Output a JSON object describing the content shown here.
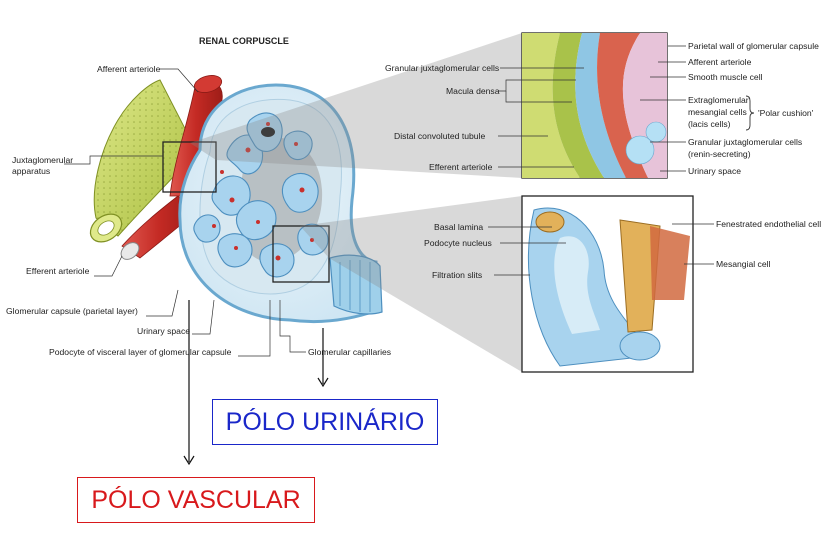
{
  "title": "RENAL CORPUSCLE",
  "main_labels": {
    "afferent_arteriole": "Afferent arteriole",
    "juxtaglomerular_apparatus_1": "Juxtaglomerular",
    "juxtaglomerular_apparatus_2": "apparatus",
    "efferent_arteriole": "Efferent arteriole",
    "glomerular_capsule_parietal": "Glomerular capsule (parietal layer)",
    "urinary_space": "Urinary space",
    "podocyte_visceral": "Podocyte of visceral layer of glomerular capsule",
    "glomerular_capillaries": "Glomerular capillaries"
  },
  "inset_top_labels": {
    "parietal_wall": "Parietal wall of glomerular capsule",
    "afferent_arteriole": "Afferent arteriole",
    "smooth_muscle": "Smooth muscle cell",
    "granular_jg_cells": "Granular juxtaglomerular cells",
    "macula_densa": "Macula densa",
    "extraglomerular_1": "Extraglomerular",
    "extraglomerular_2": "mesangial cells",
    "extraglomerular_3": "(lacis cells)",
    "polar_cushion": "'Polar cushion'",
    "distal_tubule": "Distal convoluted tubule",
    "granular_jg_renin_1": "Granular juxtaglomerular cells",
    "granular_jg_renin_2": "(renin-secreting)",
    "efferent_arteriole": "Efferent arteriole",
    "urinary_space": "Urinary space"
  },
  "inset_bottom_labels": {
    "basal_lamina": "Basal lamina",
    "podocyte_nucleus": "Podocyte nucleus",
    "filtration_slits": "Filtration slits",
    "fenestrated_endothelial": "Fenestrated endothelial cell",
    "mesangial_cell": "Mesangial cell"
  },
  "boxes": {
    "polo_urinario": "PÓLO URINÁRIO",
    "polo_vascular": "PÓLO VASCULAR"
  },
  "colors": {
    "urinario": "#1a27c9",
    "vascular": "#d8191c",
    "arteriole_red": "#c9302c",
    "tubule_green": "#c8d86a",
    "capsule_blue": "#9fd0ea"
  }
}
